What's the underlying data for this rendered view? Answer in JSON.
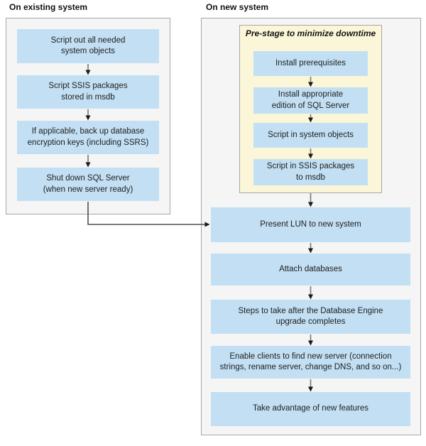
{
  "headers": {
    "existing": "On existing system",
    "new": "On new system"
  },
  "existing_system": {
    "steps": [
      {
        "lines": [
          "Script out all needed",
          "system objects"
        ]
      },
      {
        "lines": [
          "Script SSIS packages",
          "stored in msdb"
        ]
      },
      {
        "lines": [
          "If applicable, back up database",
          "encryption keys (including SSRS)"
        ]
      },
      {
        "lines": [
          "Shut down SQL Server",
          "(when new server ready)"
        ]
      }
    ]
  },
  "new_system": {
    "prestage": {
      "title": "Pre-stage to minimize downtime",
      "steps": [
        {
          "lines": [
            "Install prerequisites"
          ]
        },
        {
          "lines": [
            "Install appropriate",
            "edition of SQL Server"
          ]
        },
        {
          "lines": [
            "Script in system objects"
          ]
        },
        {
          "lines": [
            "Script in SSIS packages",
            "to msdb"
          ]
        }
      ]
    },
    "steps": [
      {
        "lines": [
          "Present LUN to new system"
        ]
      },
      {
        "lines": [
          "Attach databases"
        ]
      },
      {
        "lines": [
          "Steps to take after the Database Engine",
          "upgrade completes"
        ]
      },
      {
        "lines": [
          "Enable clients to find new server (connection",
          "strings, rename server, change DNS, and so on...)"
        ]
      },
      {
        "lines": [
          "Take advantage of new features"
        ]
      }
    ]
  },
  "icons": {
    "flow_arrow": "arrow-down-icon (gray stem, black triangle head)",
    "connector": "elbow-connector-arrow (down then right into Present LUN box)"
  },
  "colors": {
    "step_box_blue": "#c2dff3",
    "prestage_yellow": "#fbf6d8",
    "panel_gray": "#f5f5f5",
    "border_gray": "#a6a6a6",
    "arrow_stem": "#7d7d7d",
    "arrow_head": "#1a1a1a",
    "text": "#1f1f1f"
  }
}
